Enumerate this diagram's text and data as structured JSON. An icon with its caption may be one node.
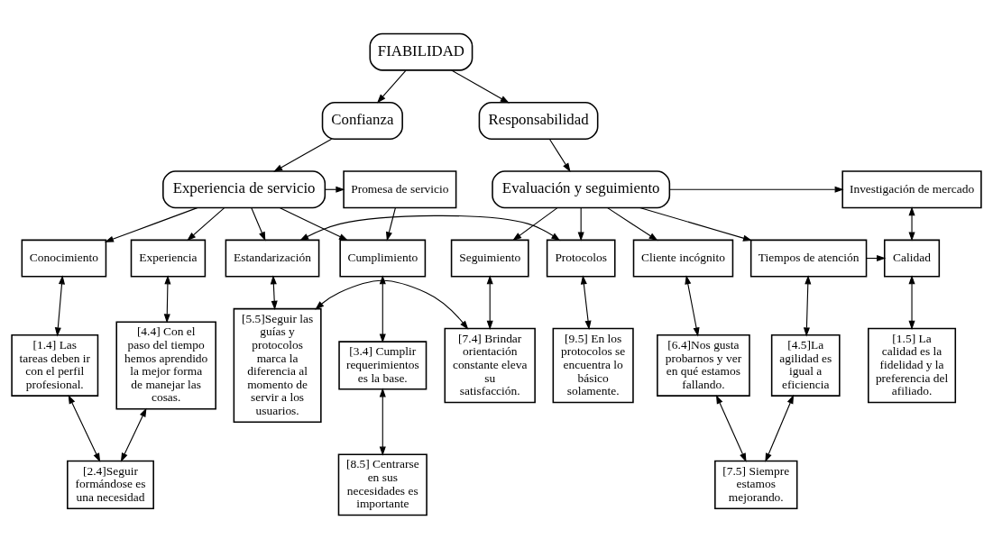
{
  "diagram": {
    "nodes": [
      {
        "text": [
          "FIABILIDAD"
        ]
      },
      {
        "text": [
          "Confianza"
        ]
      },
      {
        "text": [
          "Responsabilidad"
        ]
      },
      {
        "text": [
          "Experiencia de servicio"
        ]
      },
      {
        "text": [
          "Promesa de servicio"
        ]
      },
      {
        "text": [
          "Evaluación y seguimiento"
        ]
      },
      {
        "text": [
          "Investigación de mercado"
        ]
      },
      {
        "text": [
          "Conocimiento"
        ]
      },
      {
        "text": [
          "Experiencia"
        ]
      },
      {
        "text": [
          "Estandarización"
        ]
      },
      {
        "text": [
          "Cumplimiento"
        ]
      },
      {
        "text": [
          "Seguimiento"
        ]
      },
      {
        "text": [
          "Protocolos"
        ]
      },
      {
        "text": [
          "Cliente incógnito"
        ]
      },
      {
        "text": [
          "Tiempos de atención"
        ]
      },
      {
        "text": [
          "Calidad"
        ]
      },
      {
        "text": [
          "[1.4] Las tareas deben ir con el perfil profesional."
        ]
      },
      {
        "text": [
          "[4.4] Con el paso del tiempo hemos aprendido la mejor forma de manejar las cosas."
        ]
      },
      {
        "text": [
          "[5.5]Seguir las guías y protocolos marca la diferencia al momento de servir a los usuarios."
        ]
      },
      {
        "text": [
          "[3.4] Cumplir requerimientos es la base."
        ]
      },
      {
        "text": [
          "[7.4] Brindar orientación constante eleva su satisfacción."
        ]
      },
      {
        "text": [
          "[9.5] En los protocolos se encuentra lo básico solamente."
        ]
      },
      {
        "text": [
          "[6.4]Nos gusta probarnos y ver en qué estamos fallando."
        ]
      },
      {
        "text": [
          "[4.5]La agilidad es igual a eficiencia"
        ]
      },
      {
        "text": [
          "[1.5] La calidad es la fidelidad y la preferencia del afiliado."
        ]
      },
      {
        "text": [
          "[2.4]Seguir formándose es una necesidad"
        ]
      },
      {
        "text": [
          "[8.5] Centrarse en sus necesidades es importante"
        ]
      },
      {
        "text": [
          "[7.5] Siempre estamos mejorando."
        ]
      }
    ],
    "edges": [
      {
        "from": 0,
        "to": 1,
        "arrow": "to"
      },
      {
        "from": 0,
        "to": 2,
        "arrow": "to"
      },
      {
        "from": 1,
        "to": 3,
        "arrow": "to"
      },
      {
        "from": 2,
        "to": 5,
        "arrow": "to"
      },
      {
        "from": 3,
        "to": 4,
        "arrow": "to"
      },
      {
        "from": 3,
        "to": 7,
        "arrow": "to"
      },
      {
        "from": 3,
        "to": 8,
        "arrow": "to"
      },
      {
        "from": 3,
        "to": 9,
        "arrow": "to"
      },
      {
        "from": 3,
        "to": 10,
        "arrow": "to"
      },
      {
        "from": 4,
        "to": 10,
        "arrow": "to"
      },
      {
        "from": 5,
        "to": 6,
        "arrow": "to"
      },
      {
        "from": 5,
        "to": 11,
        "arrow": "to"
      },
      {
        "from": 5,
        "to": 12,
        "arrow": "to"
      },
      {
        "from": 5,
        "to": 13,
        "arrow": "to"
      },
      {
        "from": 5,
        "to": 14,
        "arrow": "to"
      },
      {
        "from": 6,
        "to": 15,
        "arrow": "both"
      },
      {
        "from": 14,
        "to": 15,
        "arrow": "to"
      },
      {
        "from": 7,
        "to": 16,
        "arrow": "both"
      },
      {
        "from": 8,
        "to": 17,
        "arrow": "both"
      },
      {
        "from": 9,
        "to": 18,
        "arrow": "both"
      },
      {
        "from": 10,
        "to": 19,
        "arrow": "both"
      },
      {
        "from": 11,
        "to": 20,
        "arrow": "both"
      },
      {
        "from": 12,
        "to": 21,
        "arrow": "both"
      },
      {
        "from": 13,
        "to": 22,
        "arrow": "both"
      },
      {
        "from": 14,
        "to": 23,
        "arrow": "both"
      },
      {
        "from": 15,
        "to": 24,
        "arrow": "both"
      },
      {
        "from": 9,
        "to": 12,
        "arrow": "both"
      },
      {
        "from": 16,
        "to": 25,
        "arrow": "both"
      },
      {
        "from": 25,
        "to": 17,
        "arrow": "both"
      },
      {
        "from": 18,
        "to": 20,
        "arrow": "both"
      },
      {
        "from": 19,
        "to": 26,
        "arrow": "both"
      },
      {
        "from": 23,
        "to": 27,
        "arrow": "both"
      },
      {
        "from": 22,
        "to": 27,
        "arrow": "both"
      }
    ]
  }
}
